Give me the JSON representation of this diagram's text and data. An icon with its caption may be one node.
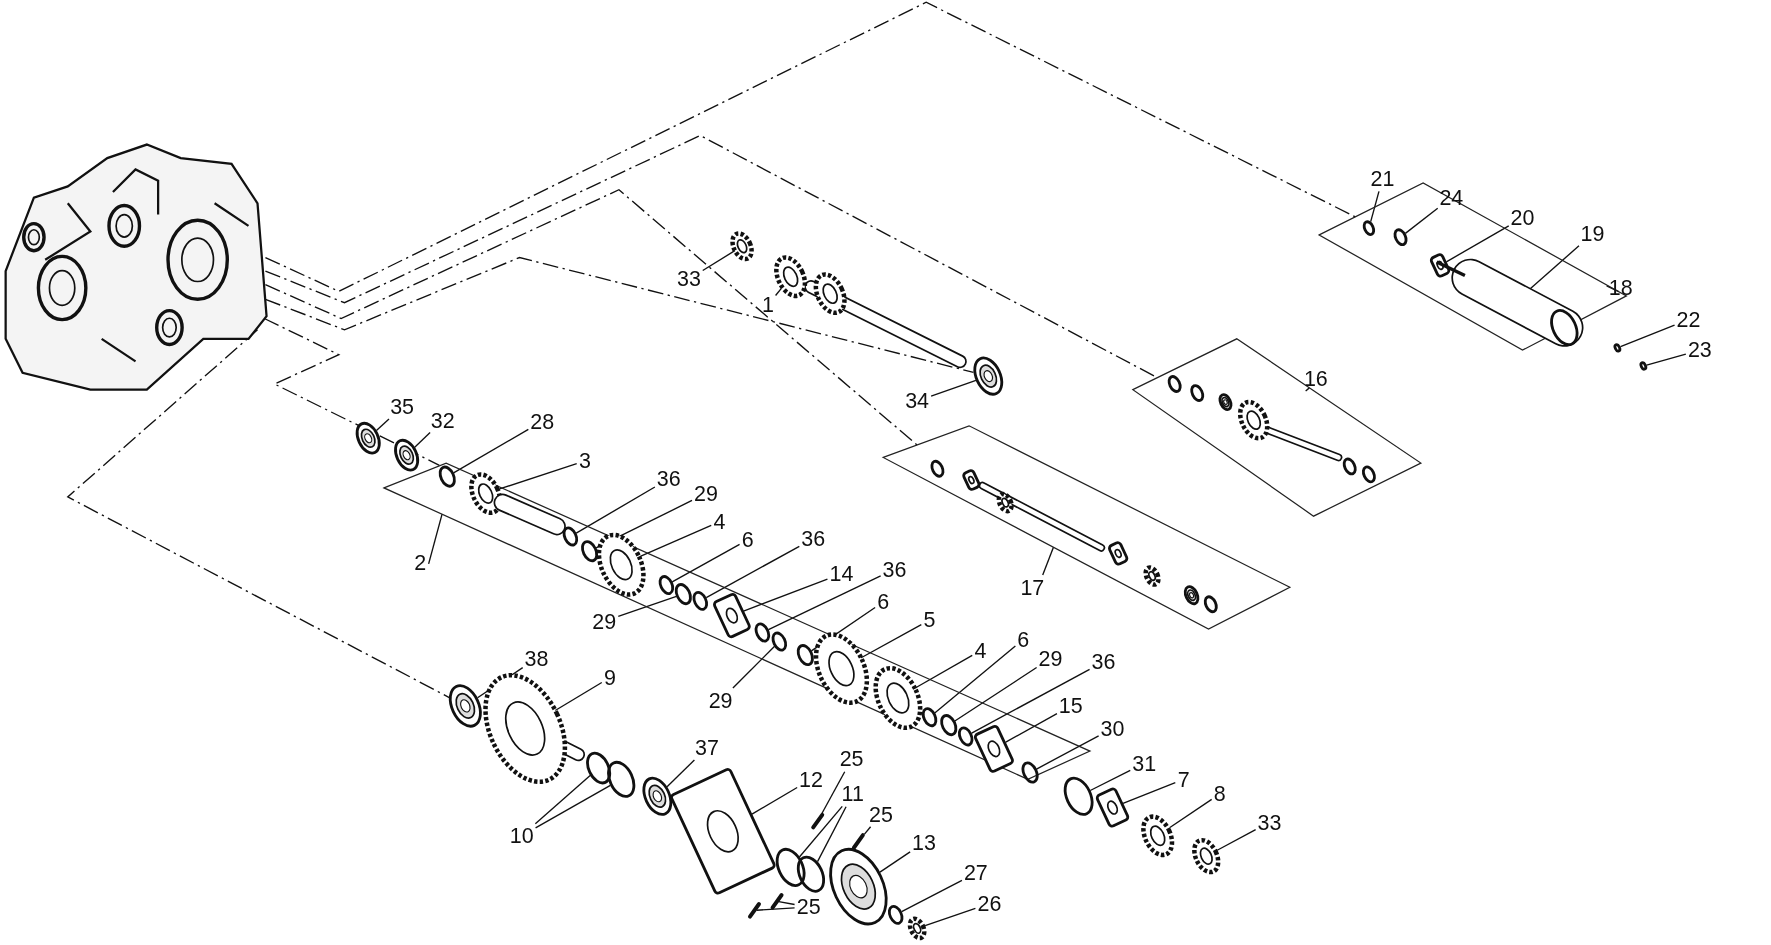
{
  "diagram": {
    "nodes": [
      {
        "text": [
          "21"
        ]
      },
      {
        "text": [
          "24"
        ]
      },
      {
        "text": [
          "20"
        ]
      },
      {
        "text": [
          "19"
        ]
      },
      {
        "text": [
          "18"
        ]
      },
      {
        "text": [
          "22"
        ]
      },
      {
        "text": [
          "23"
        ]
      },
      {
        "text": [
          "33"
        ]
      },
      {
        "text": [
          "1"
        ]
      },
      {
        "text": [
          "34"
        ]
      },
      {
        "text": [
          "16"
        ]
      },
      {
        "text": [
          "35"
        ]
      },
      {
        "text": [
          "32"
        ]
      },
      {
        "text": [
          "28"
        ]
      },
      {
        "text": [
          "3"
        ]
      },
      {
        "text": [
          "36"
        ]
      },
      {
        "text": [
          "29"
        ]
      },
      {
        "text": [
          "4"
        ]
      },
      {
        "text": [
          "6"
        ]
      },
      {
        "text": [
          "36"
        ]
      },
      {
        "text": [
          "2"
        ]
      },
      {
        "text": [
          "14"
        ]
      },
      {
        "text": [
          "36"
        ]
      },
      {
        "text": [
          "29"
        ]
      },
      {
        "text": [
          "6"
        ]
      },
      {
        "text": [
          "5"
        ]
      },
      {
        "text": [
          "17"
        ]
      },
      {
        "text": [
          "29"
        ]
      },
      {
        "text": [
          "4"
        ]
      },
      {
        "text": [
          "6"
        ]
      },
      {
        "text": [
          "29"
        ]
      },
      {
        "text": [
          "36"
        ]
      },
      {
        "text": [
          "38"
        ]
      },
      {
        "text": [
          "9"
        ]
      },
      {
        "text": [
          "15"
        ]
      },
      {
        "text": [
          "30"
        ]
      },
      {
        "text": [
          "37"
        ]
      },
      {
        "text": [
          "25"
        ]
      },
      {
        "text": [
          "12"
        ]
      },
      {
        "text": [
          "11"
        ]
      },
      {
        "text": [
          "31"
        ]
      },
      {
        "text": [
          "25"
        ]
      },
      {
        "text": [
          "7"
        ]
      },
      {
        "text": [
          "10"
        ]
      },
      {
        "text": [
          "8"
        ]
      },
      {
        "text": [
          "33"
        ]
      },
      {
        "text": [
          "13"
        ]
      },
      {
        "text": [
          "27"
        ]
      },
      {
        "text": [
          "25"
        ]
      },
      {
        "text": [
          "26"
        ]
      },
      {
        "text": [],
        "shape": "picture"
      },
      {
        "text": [],
        "shape": "box"
      },
      {
        "text": [],
        "shape": "box"
      },
      {
        "text": [],
        "shape": "box"
      },
      {
        "text": [],
        "shape": "box"
      },
      {
        "text": [],
        "shape": "circle",
        "in": 54
      },
      {
        "text": [],
        "shape": "circle",
        "in": 54
      },
      {
        "text": [],
        "shape": "picture",
        "in": 54
      },
      {
        "text": [],
        "shape": "picture",
        "in": 54
      },
      {
        "text": [],
        "shape": "circle"
      },
      {
        "text": [],
        "shape": "circle"
      },
      {
        "text": [],
        "shape": "picture"
      },
      {
        "text": [],
        "shape": "picture"
      },
      {
        "text": [],
        "shape": "picture"
      },
      {
        "text": [],
        "shape": "picture"
      },
      {
        "text": [],
        "shape": "picture"
      },
      {
        "text": [],
        "shape": "circle",
        "in": 51
      },
      {
        "text": [],
        "shape": "picture",
        "in": 51
      },
      {
        "text": [],
        "shape": "circle",
        "in": 51
      },
      {
        "text": [],
        "shape": "circle",
        "in": 51
      },
      {
        "text": [],
        "shape": "picture",
        "in": 51
      },
      {
        "text": [],
        "shape": "circle",
        "in": 51
      },
      {
        "text": [],
        "shape": "circle",
        "in": 51
      },
      {
        "text": [],
        "shape": "picture",
        "in": 51
      },
      {
        "text": [],
        "shape": "circle",
        "in": 51
      },
      {
        "text": [],
        "shape": "circle",
        "in": 51
      },
      {
        "text": [],
        "shape": "circle",
        "in": 51
      },
      {
        "text": [],
        "shape": "picture",
        "in": 51
      },
      {
        "text": [],
        "shape": "circle",
        "in": 51
      },
      {
        "text": [],
        "shape": "picture",
        "in": 51
      },
      {
        "text": [],
        "shape": "circle",
        "in": 51
      },
      {
        "text": [],
        "shape": "circle",
        "in": 51
      },
      {
        "text": [],
        "shape": "circle",
        "in": 51
      },
      {
        "text": [],
        "shape": "picture"
      },
      {
        "text": [],
        "shape": "picture"
      },
      {
        "text": [],
        "shape": "picture",
        "in": 51
      },
      {
        "text": [],
        "shape": "circle",
        "in": 51
      },
      {
        "text": [],
        "shape": "picture"
      },
      {
        "text": [],
        "shape": "picture"
      },
      {
        "text": [],
        "shape": "picture"
      },
      {
        "text": [],
        "shape": "circle"
      },
      {
        "text": [],
        "shape": "circle"
      },
      {
        "text": [],
        "shape": "circle"
      },
      {
        "text": [],
        "shape": "picture"
      },
      {
        "text": [],
        "shape": "picture"
      },
      {
        "text": [],
        "shape": "circle"
      },
      {
        "text": [],
        "shape": "circle"
      },
      {
        "text": [],
        "shape": "picture"
      },
      {
        "text": [],
        "shape": "picture"
      },
      {
        "text": [],
        "shape": "picture"
      },
      {
        "text": [],
        "shape": "circle"
      },
      {
        "text": [],
        "shape": "picture"
      },
      {
        "text": [],
        "shape": "picture"
      },
      {
        "text": [],
        "shape": "picture"
      }
    ],
    "edges": [
      {
        "from": 0,
        "to": 55,
        "arrow": "none"
      },
      {
        "from": 1,
        "to": 56,
        "arrow": "none"
      },
      {
        "from": 2,
        "to": 57,
        "arrow": "none"
      },
      {
        "from": 3,
        "to": 58,
        "arrow": "none"
      },
      {
        "from": 4,
        "to": 54,
        "arrow": "none"
      },
      {
        "from": 5,
        "to": 59,
        "arrow": "none"
      },
      {
        "from": 6,
        "to": 60,
        "arrow": "none"
      },
      {
        "from": 7,
        "to": 61,
        "arrow": "none"
      },
      {
        "from": 8,
        "to": 62,
        "arrow": "none"
      },
      {
        "from": 9,
        "to": 63,
        "arrow": "none"
      },
      {
        "from": 10,
        "to": 53,
        "arrow": "none"
      },
      {
        "from": 11,
        "to": 64,
        "arrow": "none"
      },
      {
        "from": 12,
        "to": 65,
        "arrow": "none"
      },
      {
        "from": 13,
        "to": 66,
        "arrow": "none"
      },
      {
        "from": 14,
        "to": 67,
        "arrow": "none"
      },
      {
        "from": 15,
        "to": 68,
        "arrow": "none"
      },
      {
        "from": 16,
        "to": 69,
        "arrow": "none"
      },
      {
        "from": 17,
        "to": 70,
        "arrow": "none"
      },
      {
        "from": 18,
        "to": 71,
        "arrow": "none"
      },
      {
        "from": 19,
        "to": 72,
        "arrow": "none"
      },
      {
        "from": 20,
        "to": 51,
        "arrow": "none"
      },
      {
        "from": 21,
        "to": 73,
        "arrow": "none"
      },
      {
        "from": 22,
        "to": 74,
        "arrow": "none"
      },
      {
        "from": 23,
        "to": 75,
        "arrow": "none"
      },
      {
        "from": 24,
        "to": 76,
        "arrow": "none"
      },
      {
        "from": 25,
        "to": 77,
        "arrow": "none"
      },
      {
        "from": 26,
        "to": 52,
        "arrow": "none"
      },
      {
        "from": 27,
        "to": 78,
        "arrow": "none"
      },
      {
        "from": 28,
        "to": 79,
        "arrow": "none"
      },
      {
        "from": 29,
        "to": 80,
        "arrow": "none"
      },
      {
        "from": 30,
        "to": 81,
        "arrow": "none"
      },
      {
        "from": 31,
        "to": 82,
        "arrow": "none"
      },
      {
        "from": 32,
        "to": 83,
        "arrow": "none"
      },
      {
        "from": 33,
        "to": 84,
        "arrow": "none"
      },
      {
        "from": 34,
        "to": 85,
        "arrow": "none"
      },
      {
        "from": 35,
        "to": 86,
        "arrow": "none"
      },
      {
        "from": 36,
        "to": 87,
        "arrow": "none"
      },
      {
        "from": 37,
        "to": 88,
        "arrow": "none"
      },
      {
        "from": 38,
        "to": 89,
        "arrow": "none"
      },
      {
        "from": 39,
        "to": 90,
        "arrow": "none"
      },
      {
        "from": 39,
        "to": 91,
        "arrow": "none"
      },
      {
        "from": 40,
        "to": 92,
        "arrow": "none"
      },
      {
        "from": 41,
        "to": 93,
        "arrow": "none"
      },
      {
        "from": 42,
        "to": 94,
        "arrow": "none"
      },
      {
        "from": 43,
        "to": 95,
        "arrow": "none"
      },
      {
        "from": 43,
        "to": 96,
        "arrow": "none"
      },
      {
        "from": 44,
        "to": 97,
        "arrow": "none"
      },
      {
        "from": 45,
        "to": 98,
        "arrow": "none"
      },
      {
        "from": 46,
        "to": 99,
        "arrow": "none"
      },
      {
        "from": 47,
        "to": 100,
        "arrow": "none"
      },
      {
        "from": 48,
        "to": 101,
        "arrow": "none"
      },
      {
        "from": 48,
        "to": 102,
        "arrow": "none"
      },
      {
        "from": 49,
        "to": 103,
        "arrow": "none"
      },
      {
        "from": 50,
        "to": 54,
        "arrow": "none",
        "style": "dashed"
      },
      {
        "from": 50,
        "to": 53,
        "arrow": "none",
        "style": "dashed"
      },
      {
        "from": 50,
        "to": 52,
        "arrow": "none",
        "style": "dashed"
      },
      {
        "from": 50,
        "to": 63,
        "arrow": "none",
        "style": "dashed"
      },
      {
        "from": 50,
        "to": 51,
        "arrow": "none",
        "style": "dashed"
      },
      {
        "from": 50,
        "to": 83,
        "arrow": "none",
        "style": "dashed"
      }
    ]
  }
}
